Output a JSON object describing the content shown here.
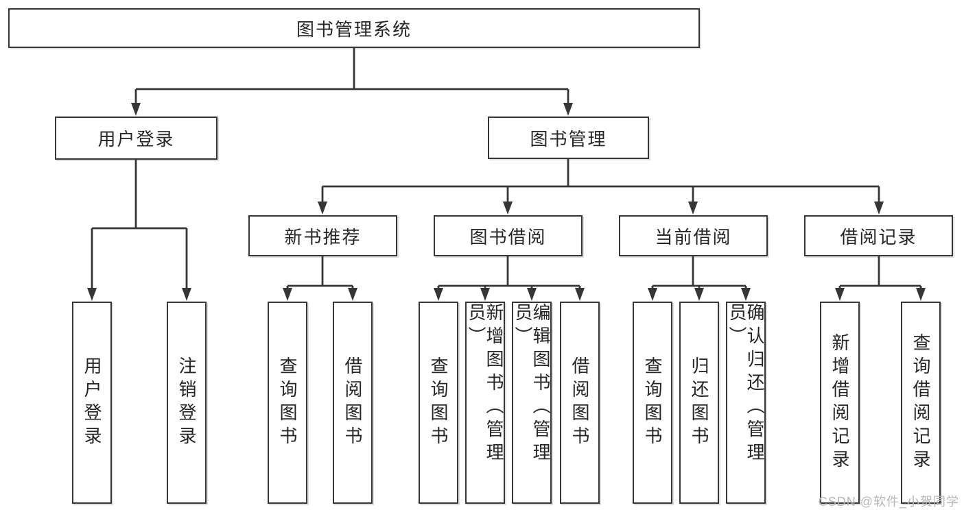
{
  "page": {
    "background": "#ffffff"
  },
  "colors": {
    "line": "#363636",
    "box_border": "#363636",
    "text": "#262626",
    "watermark": "#b6b6ba"
  },
  "watermark": {
    "text": "CSDN @软件_小贺同学"
  },
  "nodes": {
    "root": {
      "label": "图书管理系统"
    },
    "user_login": {
      "label": "用户登录"
    },
    "book_management": {
      "label": "图书管理"
    },
    "new_book_recommend": {
      "label": "新书推荐"
    },
    "book_borrow": {
      "label": "图书借阅"
    },
    "current_borrow": {
      "label": "当前借阅"
    },
    "borrow_records": {
      "label": "借阅记录"
    },
    "leaf_user_login": {
      "label": "用户登录"
    },
    "leaf_logout": {
      "label": "注销登录"
    },
    "leaf_query_book_1": {
      "label": "查询图书"
    },
    "leaf_borrow_book_1": {
      "label": "借阅图书"
    },
    "leaf_query_book_2": {
      "label": "查询图书"
    },
    "leaf_add_book_admin": {
      "label": "新增图书（管理员）"
    },
    "leaf_edit_book_admin": {
      "label": "编辑图书（管理员）"
    },
    "leaf_borrow_book_2": {
      "label": "借阅图书"
    },
    "leaf_query_book_3": {
      "label": "查询图书"
    },
    "leaf_return_book": {
      "label": "归还图书"
    },
    "leaf_confirm_return_admin": {
      "label": "确认归还（管理员）"
    },
    "leaf_add_borrow_record": {
      "label": "新增借阅记录"
    },
    "leaf_query_borrow_record": {
      "label": "查询借阅记录"
    }
  },
  "edges": [
    {
      "from": "图书管理系统",
      "to": "用户登录"
    },
    {
      "from": "图书管理系统",
      "to": "图书管理"
    },
    {
      "from": "用户登录",
      "to": "用户登录"
    },
    {
      "from": "用户登录",
      "to": "注销登录"
    },
    {
      "from": "图书管理",
      "to": "新书推荐"
    },
    {
      "from": "图书管理",
      "to": "图书借阅"
    },
    {
      "from": "图书管理",
      "to": "当前借阅"
    },
    {
      "from": "图书管理",
      "to": "借阅记录"
    },
    {
      "from": "新书推荐",
      "to": "查询图书"
    },
    {
      "from": "新书推荐",
      "to": "借阅图书"
    },
    {
      "from": "图书借阅",
      "to": "查询图书"
    },
    {
      "from": "图书借阅",
      "to": "新增图书（管理员）"
    },
    {
      "from": "图书借阅",
      "to": "编辑图书（管理员）"
    },
    {
      "from": "图书借阅",
      "to": "借阅图书"
    },
    {
      "from": "当前借阅",
      "to": "查询图书"
    },
    {
      "from": "当前借阅",
      "to": "归还图书"
    },
    {
      "from": "当前借阅",
      "to": "确认归还（管理员）"
    },
    {
      "from": "借阅记录",
      "to": "新增借阅记录"
    },
    {
      "from": "借阅记录",
      "to": "查询借阅记录"
    }
  ]
}
